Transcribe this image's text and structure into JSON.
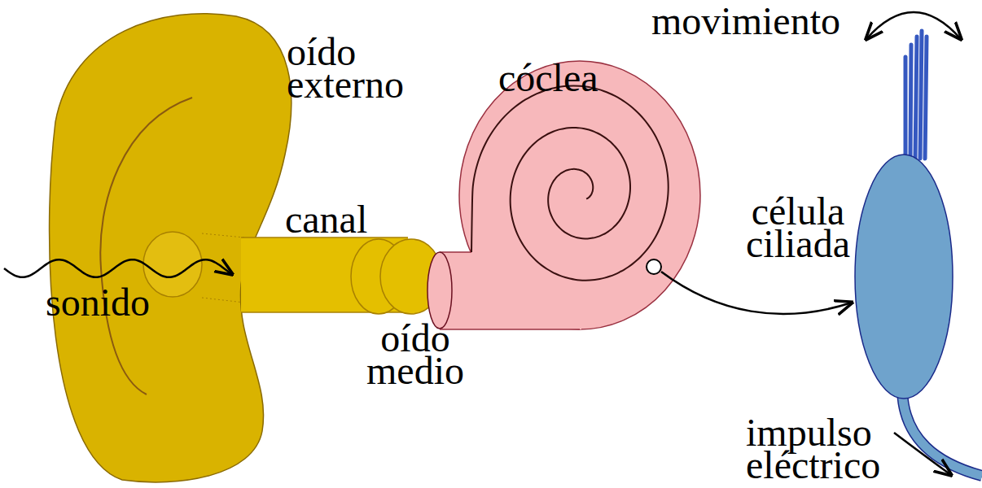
{
  "diagram": {
    "labels": [
      "oído externo",
      "cóclea",
      "canal",
      "sonido",
      "oído medio",
      "célula ciliada",
      "movimiento",
      "impulso eléctrico"
    ]
  }
}
